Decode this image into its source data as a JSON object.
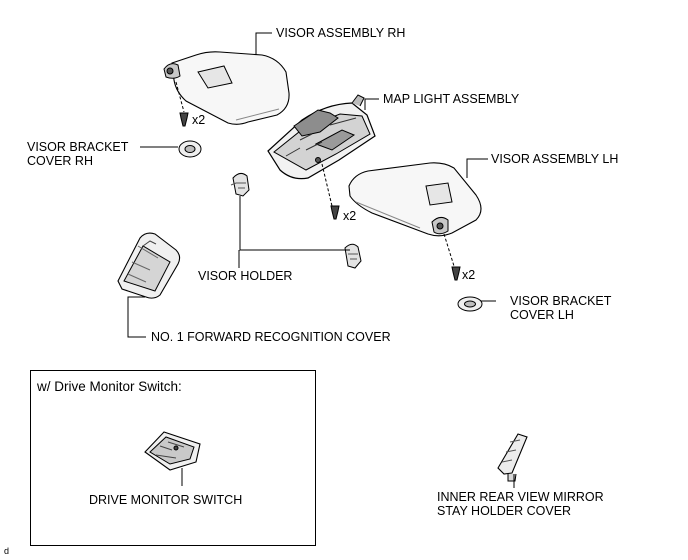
{
  "labels": {
    "visor_assembly_rh": "VISOR ASSEMBLY RH",
    "map_light_assembly": "MAP LIGHT ASSEMBLY",
    "visor_bracket_cover_rh": "VISOR BRACKET\nCOVER RH",
    "visor_assembly_lh": "VISOR ASSEMBLY LH",
    "visor_holder": "VISOR HOLDER",
    "visor_bracket_cover_lh": "VISOR BRACKET\nCOVER LH",
    "no1_forward_recognition_cover": "NO. 1 FORWARD RECOGNITION COVER",
    "drive_monitor_switch": "DRIVE MONITOR SWITCH",
    "inner_rear_view_mirror_stay_holder_cover": "INNER REAR VIEW MIRROR\nSTAY HOLDER COVER"
  },
  "quantities": {
    "visor_rh_screws": "x2",
    "map_light_screws": "x2",
    "visor_lh_screws": "x2"
  },
  "inset": {
    "title": "w/ Drive Monitor Switch:"
  },
  "corner_mark": "d"
}
